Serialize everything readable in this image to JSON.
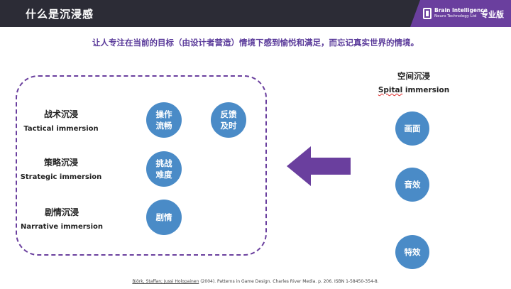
{
  "header": {
    "title": "什么是沉浸感",
    "brand_name": "Brain Intelligence",
    "brand_tagline": "Neuro Technology Ltd",
    "edition": "专业版"
  },
  "subtitle": "让人专注在当前的目标（由设计者营造）情境下感到愉悦和满足，而忘记真实世界的情境。",
  "immersion_types": [
    {
      "zh": "战术沉浸",
      "en": "Tactical immersion",
      "factors": [
        "操作\n流畅",
        "反馈\n及时"
      ]
    },
    {
      "zh": "策略沉浸",
      "en": "Strategic immersion",
      "factors": [
        "挑战\n难度"
      ]
    },
    {
      "zh": "剧情沉浸",
      "en": "Narrative immersion",
      "factors": [
        "剧情"
      ]
    }
  ],
  "spatial": {
    "zh": "空间沉浸",
    "en_misspelled": "Spital",
    "en_rest": " immersion",
    "factors": [
      "画面",
      "音效",
      "特效"
    ]
  },
  "citation": {
    "authors": "Björk, Staffan; Jussi Holopainen",
    "rest": " (2004). Patterns in Game Design. Charles River Media. p. 206. ISBN 1-58450-354-8."
  },
  "colors": {
    "header_bg": "#2c2c36",
    "accent_purple": "#6a3f9e",
    "subtitle_purple": "#5a3a9a",
    "circle_blue": "#4a8bc7"
  },
  "icons": [
    "brand-logo-icon",
    "left-arrow-icon"
  ]
}
